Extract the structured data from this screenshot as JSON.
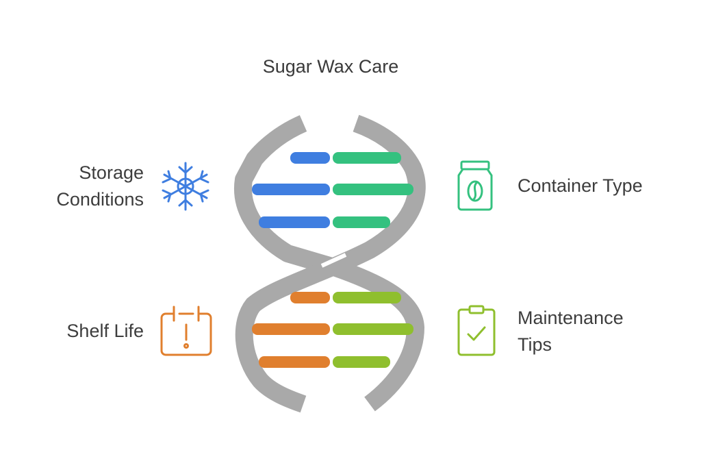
{
  "diagram": {
    "title": "Sugar Wax Care",
    "items": [
      {
        "id": "storage",
        "lines": [
          "Storage",
          "Conditions"
        ],
        "icon": "snowflake-icon",
        "color": "#3f7ee0"
      },
      {
        "id": "container",
        "lines": [
          "Container Type"
        ],
        "icon": "coffee-jar-icon",
        "color": "#34c17f"
      },
      {
        "id": "shelf",
        "lines": [
          "Shelf Life"
        ],
        "icon": "calendar-alert-icon",
        "color": "#e07f2e"
      },
      {
        "id": "maintenance",
        "lines": [
          "Maintenance",
          "Tips"
        ],
        "icon": "clipboard-check-icon",
        "color": "#8fbf2e"
      }
    ],
    "helix_color": "#a9a9a9"
  }
}
